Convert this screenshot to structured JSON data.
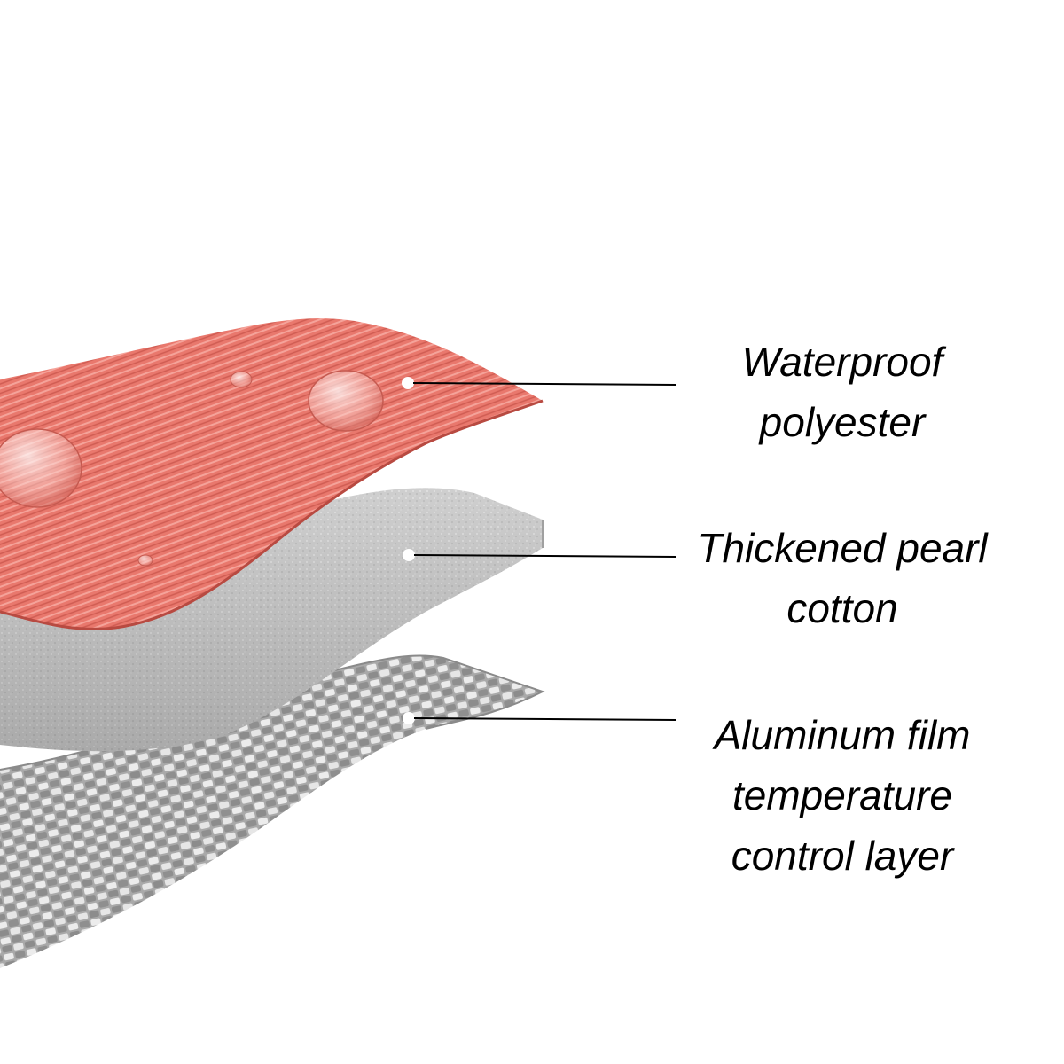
{
  "layers": [
    {
      "name": "waterproof-polyester",
      "label_lines": [
        "Waterproof",
        "polyester"
      ],
      "color": "#e8756b"
    },
    {
      "name": "thickened-pearl-cotton",
      "label_lines": [
        "Thickened pearl",
        "cotton"
      ],
      "color": "#c9c9c9"
    },
    {
      "name": "aluminum-film",
      "label_lines": [
        "Aluminum film",
        "temperature",
        "control layer"
      ],
      "color": "#bdbdbd"
    }
  ]
}
